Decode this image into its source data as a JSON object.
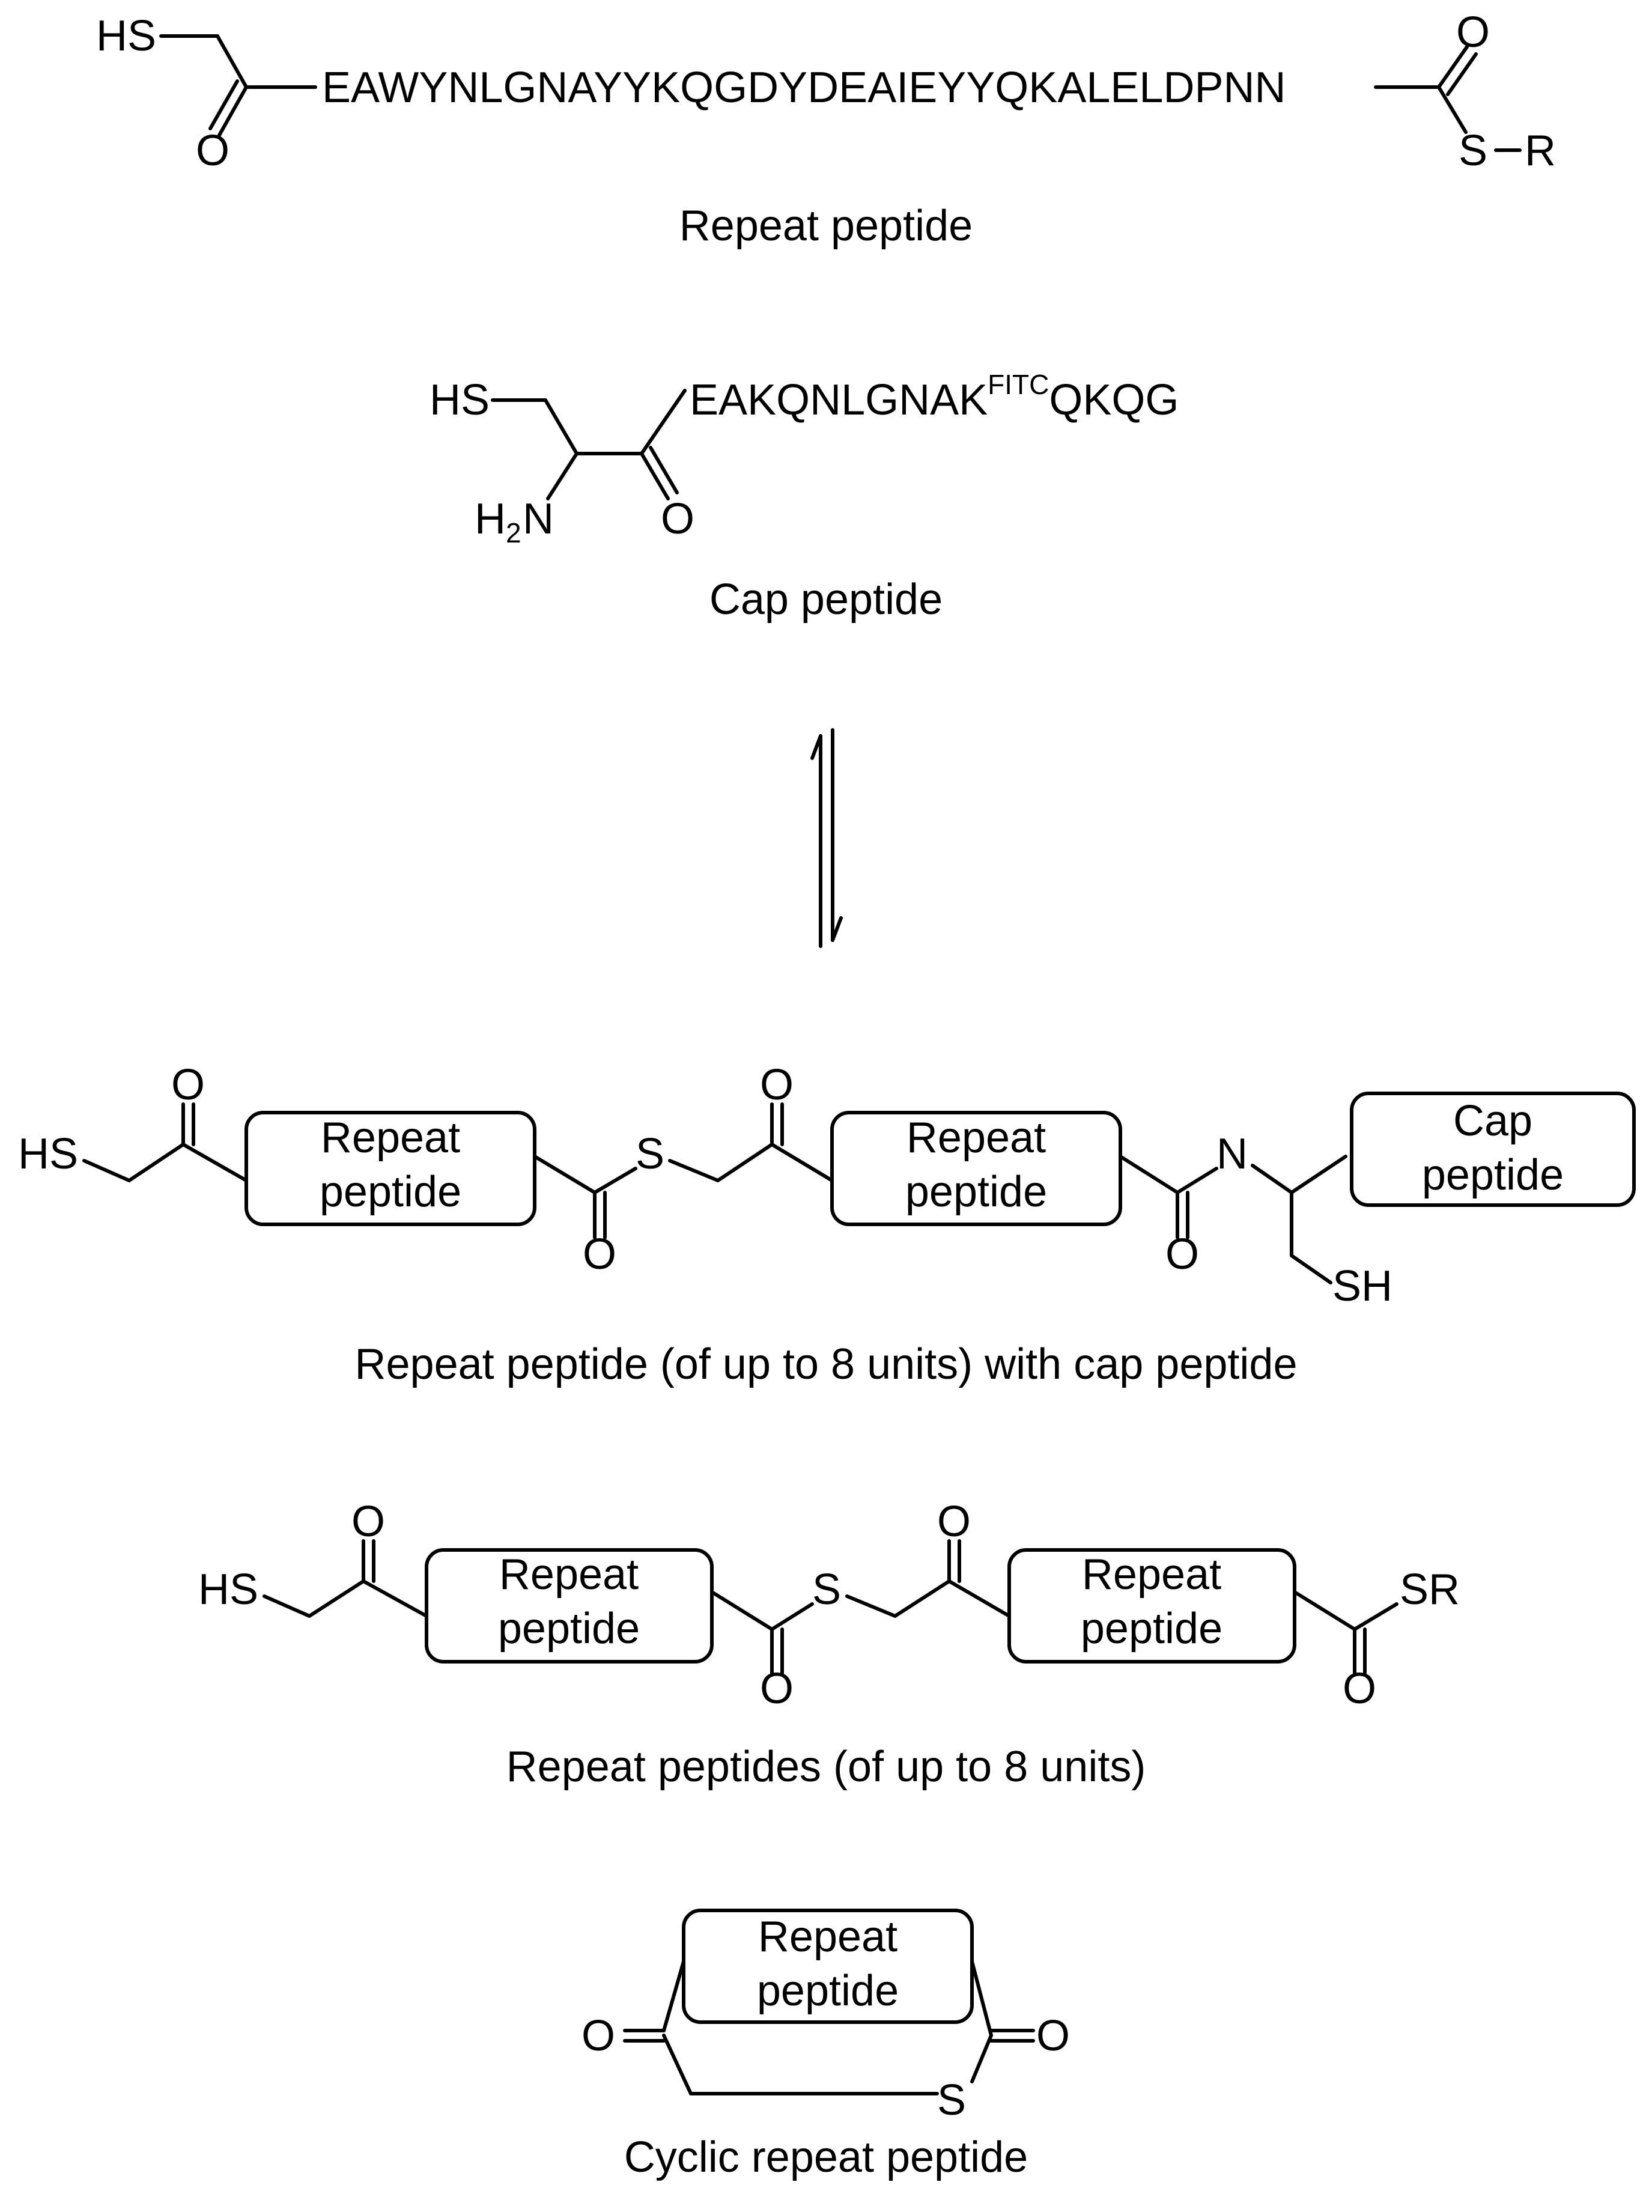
{
  "atoms": {
    "hs": "HS",
    "sh": "SH",
    "o": "O",
    "s": "S",
    "n": "N",
    "r": "R",
    "sr": "SR",
    "h2n_h": "H",
    "h2n_2": "2",
    "h2n_n": "N"
  },
  "repeat_sequence": "EAWYNLGNAYYKQGDYDEAIEYYQKALELDPNN",
  "cap_sequence": {
    "part1": "EAKQNLGNAK",
    "superscript": "FITC",
    "part2": "QKQG"
  },
  "box_labels": {
    "repeat_line1": "Repeat",
    "repeat_line2": "peptide",
    "cap_line1": "Cap",
    "cap_line2": "peptide"
  },
  "captions": {
    "repeat_peptide": "Repeat peptide",
    "cap_peptide": "Cap peptide",
    "repeat_with_cap": "Repeat peptide (of up to 8 units) with cap peptide",
    "repeat_peptides": "Repeat peptides (of up to 8 units)",
    "cyclic": "Cyclic repeat peptide"
  }
}
